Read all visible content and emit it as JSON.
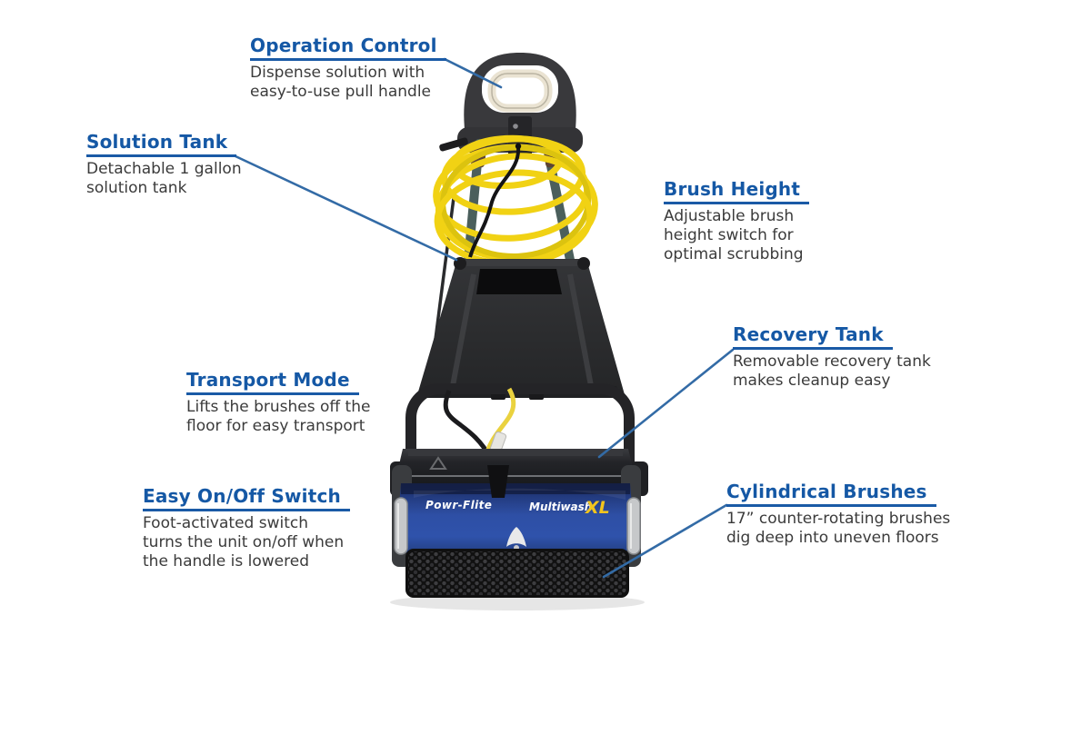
{
  "colors": {
    "heading_blue": "#1558a5",
    "leader_blue": "#336ba6",
    "body_text": "#3b3b3b",
    "machine_blue": "#2e4fa5",
    "cord_yellow": "#f1d214",
    "xl_yellow": "#f2c41d"
  },
  "machine": {
    "brand": "Powr-Flite",
    "model": "Multiwash",
    "model_suffix": "XL"
  },
  "callouts": {
    "operation_control": {
      "title": "Operation Control",
      "description": "Dispense solution with\neasy-to-use pull handle"
    },
    "solution_tank": {
      "title": "Solution Tank",
      "description": "Detachable 1 gallon\nsolution tank"
    },
    "brush_height": {
      "title": "Brush Height",
      "description": "Adjustable brush\nheight switch for\noptimal scrubbing"
    },
    "recovery_tank": {
      "title": "Recovery Tank",
      "description": "Removable recovery tank\nmakes cleanup easy"
    },
    "transport_mode": {
      "title": "Transport Mode",
      "description": "Lifts the brushes off the\nfloor for easy transport"
    },
    "easy_on_off_switch": {
      "title": "Easy On/Off Switch",
      "description": "Foot-activated switch\nturns the unit on/off when\nthe handle is lowered"
    },
    "cylindrical_brushes": {
      "title": "Cylindrical Brushes",
      "description": "17” counter-rotating brushes\ndig deep into uneven floors"
    }
  }
}
